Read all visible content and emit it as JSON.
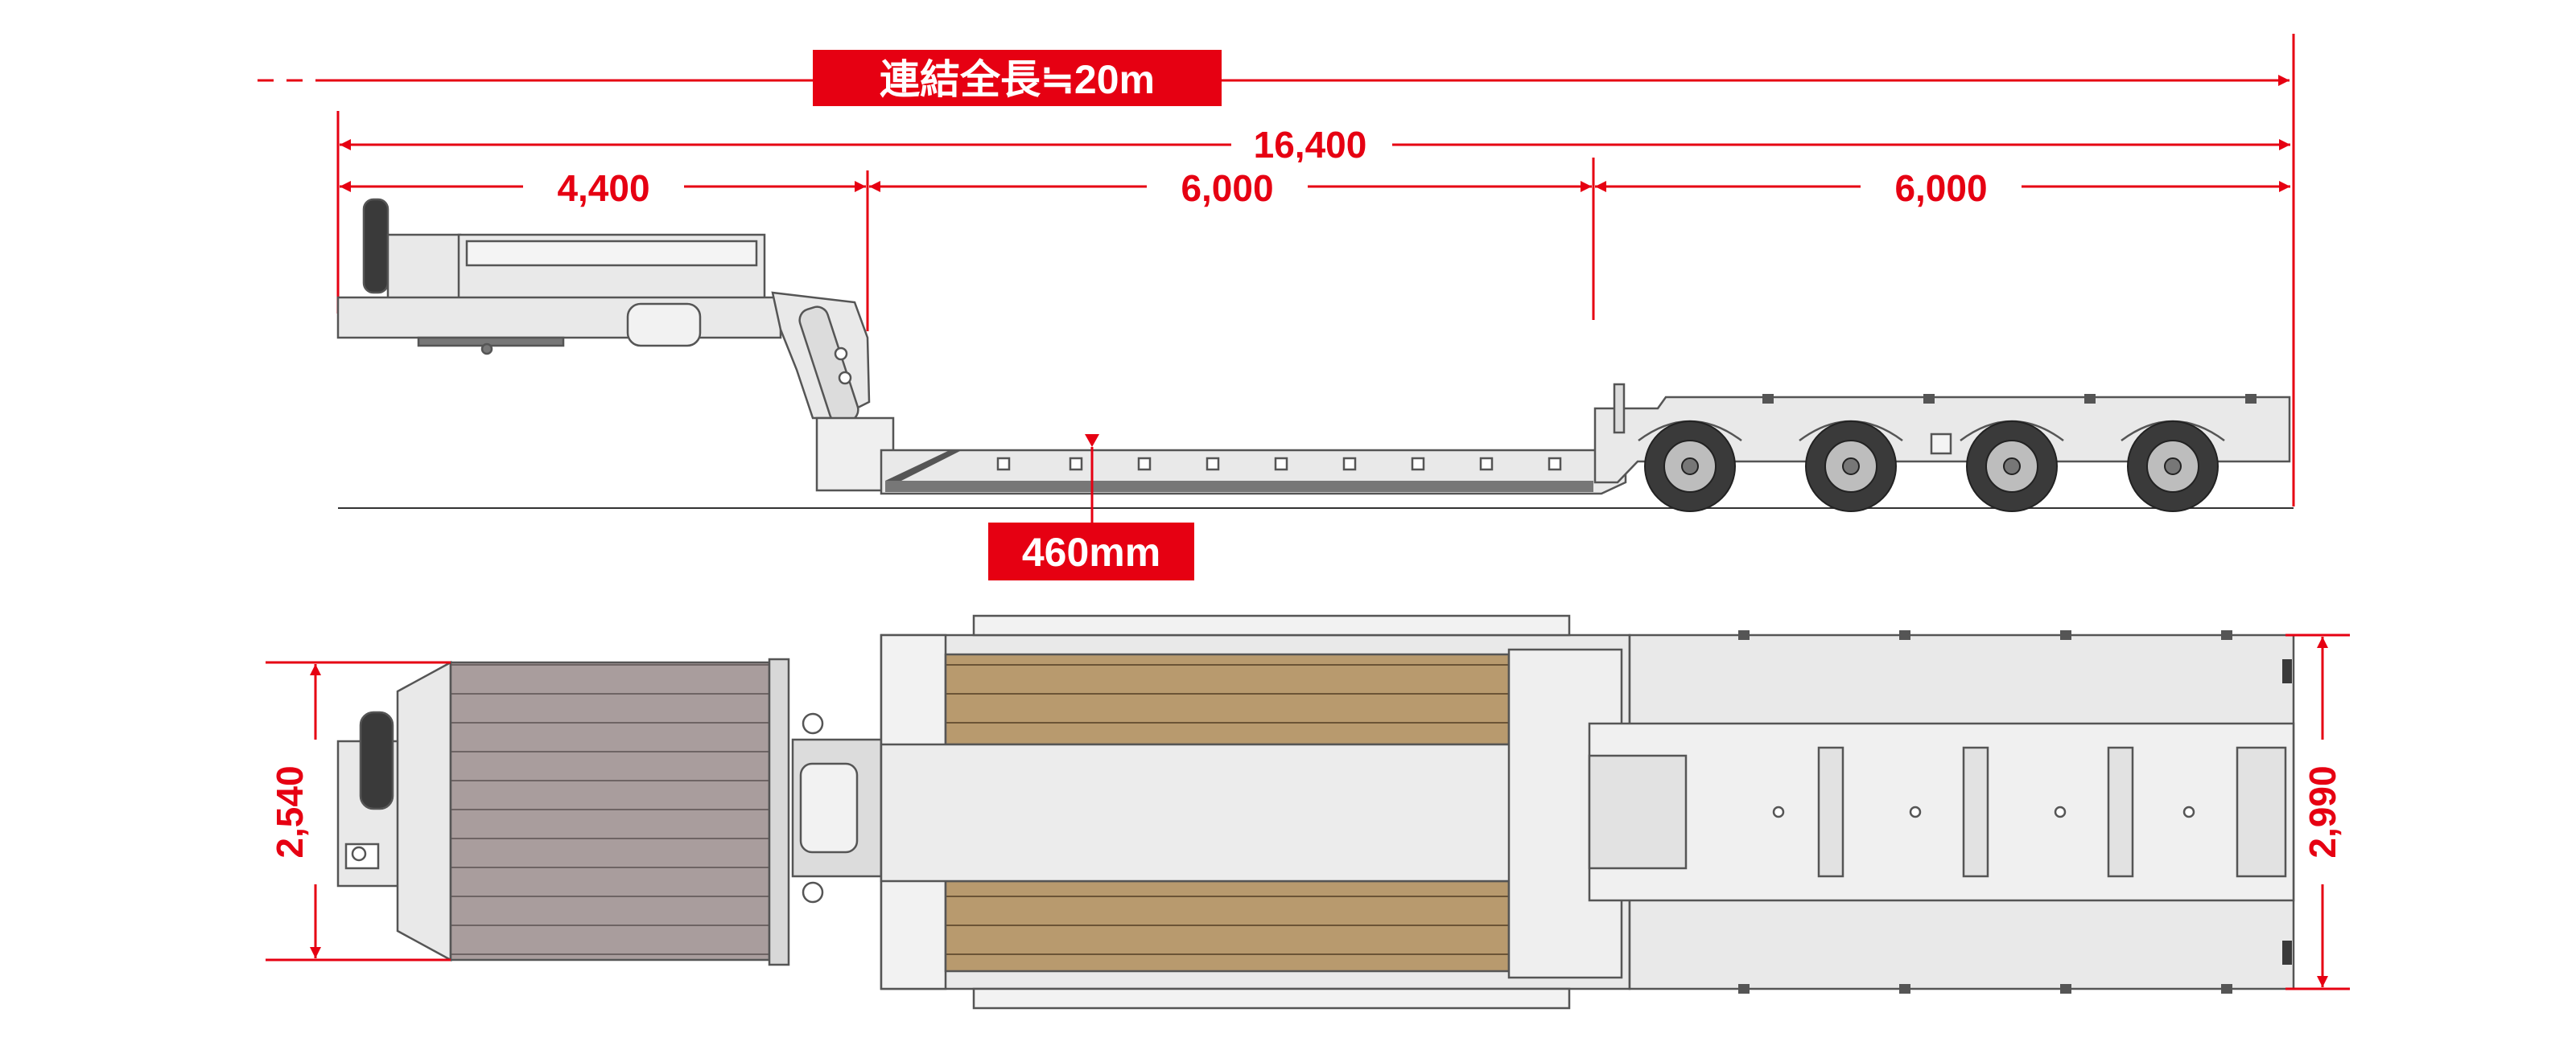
{
  "labels": {
    "combined_length": "連結全長≒20m",
    "total_length": "16,400",
    "seg_tractor": "4,400",
    "seg_deck": "6,000",
    "seg_axles": "6,000",
    "deck_height": "460mm",
    "tractor_width": "2,540",
    "trailer_width": "2,990"
  },
  "colors": {
    "dimension_red": "#e60012",
    "body_gray": "#e9e9e9",
    "outline": "#555555",
    "deck_wood": "#b89a6e",
    "cab_roof": "#a99d9d",
    "tire": "#3a3a3a"
  }
}
